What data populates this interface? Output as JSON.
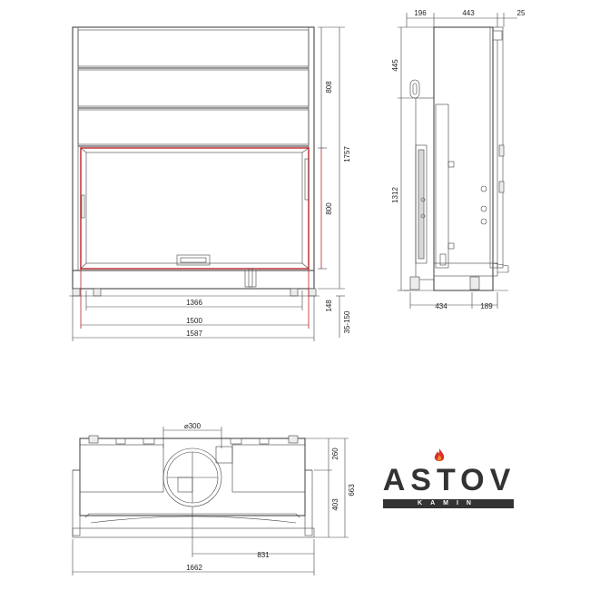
{
  "front_view": {
    "dims": {
      "inner_width": "1366",
      "glass_width": "1500",
      "outer_width": "1587",
      "upper_height": "808",
      "total_height": "1757",
      "door_height": "800",
      "leg_height": "148",
      "leg_adjust": "35-150"
    }
  },
  "side_view": {
    "dims": {
      "top_a": "196",
      "top_b": "443",
      "top_c": "25",
      "upper_height": "445",
      "body_height": "1312",
      "depth_a": "434",
      "depth_b": "189"
    }
  },
  "top_view": {
    "dims": {
      "flue_diameter": "⌀300",
      "depth_rear": "260",
      "total_depth": "663",
      "depth_front": "403",
      "flue_offset": "831",
      "total_width": "1662"
    }
  },
  "logo": {
    "brand": "ASTOV",
    "sub": "KAMIN",
    "colors": {
      "text": "#333333",
      "flame": "#d9302a",
      "flame_inner": "#f08a24"
    }
  },
  "colors": {
    "outline": "#333333",
    "door_frame": "#b8242c"
  }
}
